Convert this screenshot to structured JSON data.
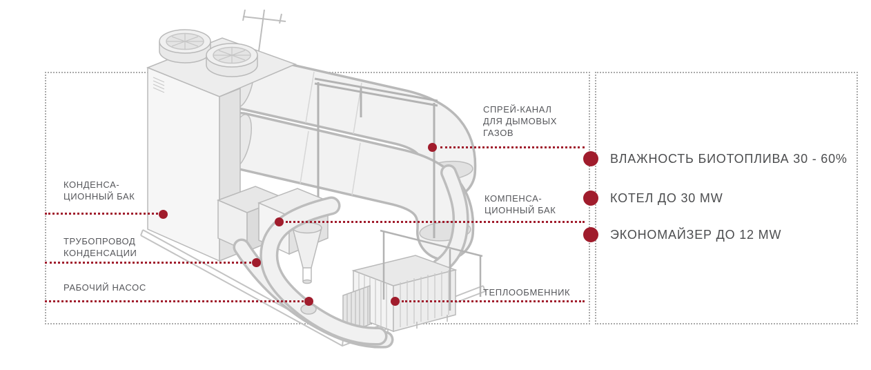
{
  "colors": {
    "accent_red": "#a01c2c",
    "callout_text": "#55565a",
    "spec_text": "#4c4d4f",
    "box_border": "#a9a9a9",
    "drawing_line": "#b9b9b9"
  },
  "diagram": {
    "callouts": [
      {
        "id": "spray-channel",
        "label": "СПРЕЙ-КАНАЛ\nДЛЯ ДЫМОВЫХ\nГАЗОВ"
      },
      {
        "id": "condensate-tank",
        "label": "КОНДЕНСА-\nЦИОННЫЙ БАК"
      },
      {
        "id": "compensation-tank",
        "label": "КОМПЕНСА-\nЦИОННЫЙ БАК"
      },
      {
        "id": "condensate-pipeline",
        "label": "ТРУБОПРОВОД\nКОНДЕНСАЦИИ"
      },
      {
        "id": "working-pump",
        "label": "РАБОЧИЙ НАСОС"
      },
      {
        "id": "heat-exchanger",
        "label": "ТЕПЛООБМЕННИК"
      }
    ],
    "specs": [
      {
        "label": "ВЛАЖНОСТЬ БИОТОПЛИВА 30 - 60%"
      },
      {
        "label": "КОТЕЛ ДО 30 MW"
      },
      {
        "label": "ЭКОНОМАЙЗЕР ДО 12 MW"
      }
    ]
  }
}
